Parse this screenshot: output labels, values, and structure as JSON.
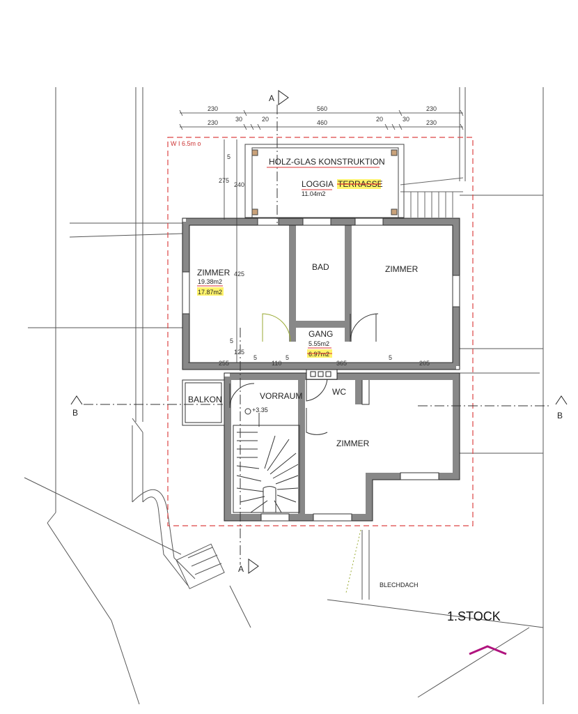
{
  "plan": {
    "floor_title": "1.STOCK",
    "zone_label": "W I 6.5m o",
    "section_marker_a": "A",
    "section_marker_b": "B",
    "rooms": {
      "construction_note": "HOLZ-GLAS KONSTRUKTION",
      "loggia_label": "LOGGIA",
      "loggia_struck": "TERRASSE",
      "loggia_area": "11.04m2",
      "room_left_label": "ZIMMER",
      "room_left_area": "19.38m2",
      "room_left_area_alt": "17.87m2",
      "bath_label": "BAD",
      "room_right_label": "ZIMMER",
      "hall_label": "GANG",
      "hall_area": "5.55m2",
      "hall_area_alt": "6.97m2",
      "wc_label": "WC",
      "entry_label": "VORRAUM",
      "entry_level": "+3.35",
      "balcony_label": "BALKON",
      "room_lower_label": "ZIMMER",
      "roof_label": "BLECHDACH"
    },
    "dimensions": {
      "top_row1": [
        "230",
        "560",
        "230"
      ],
      "top_row2": [
        "230",
        "30",
        "20",
        "460",
        "20",
        "30",
        "230"
      ],
      "vertical": [
        "5",
        "275",
        "240",
        "425",
        "5",
        "125"
      ],
      "mid_row": [
        "255",
        "5",
        "110",
        "5",
        "365",
        "5",
        "205"
      ]
    }
  }
}
